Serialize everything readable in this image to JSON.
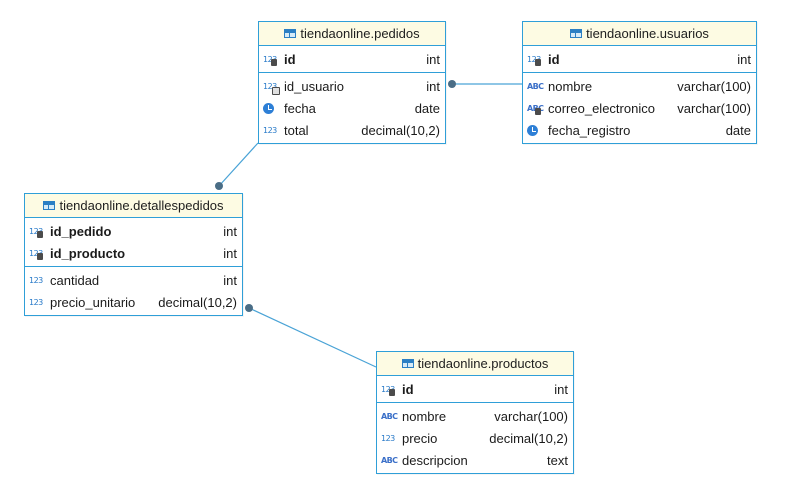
{
  "entities": {
    "pedidos": {
      "title": "tiendaonline.pedidos",
      "keys": [
        {
          "name": "id",
          "type": "int",
          "icon": "num-key-icon"
        }
      ],
      "fields": [
        {
          "name": "id_usuario",
          "type": "int",
          "icon": "num-fk-icon"
        },
        {
          "name": "fecha",
          "type": "date",
          "icon": "clock-icon"
        },
        {
          "name": "total",
          "type": "decimal(10,2)",
          "icon": "num-icon"
        }
      ]
    },
    "usuarios": {
      "title": "tiendaonline.usuarios",
      "keys": [
        {
          "name": "id",
          "type": "int",
          "icon": "num-key-icon"
        }
      ],
      "fields": [
        {
          "name": "nombre",
          "type": "varchar(100)",
          "icon": "abc-icon"
        },
        {
          "name": "correo_electronico",
          "type": "varchar(100)",
          "icon": "abc-key-icon"
        },
        {
          "name": "fecha_registro",
          "type": "date",
          "icon": "clock-icon"
        }
      ]
    },
    "detallespedidos": {
      "title": "tiendaonline.detallespedidos",
      "keys": [
        {
          "name": "id_pedido",
          "type": "int",
          "icon": "num-key-icon"
        },
        {
          "name": "id_producto",
          "type": "int",
          "icon": "num-key-icon"
        }
      ],
      "fields": [
        {
          "name": "cantidad",
          "type": "int",
          "icon": "num-icon"
        },
        {
          "name": "precio_unitario",
          "type": "decimal(10,2)",
          "icon": "num-icon"
        }
      ]
    },
    "productos": {
      "title": "tiendaonline.productos",
      "keys": [
        {
          "name": "id",
          "type": "int",
          "icon": "num-key-icon"
        }
      ],
      "fields": [
        {
          "name": "nombre",
          "type": "varchar(100)",
          "icon": "abc-icon"
        },
        {
          "name": "precio",
          "type": "decimal(10,2)",
          "icon": "num-icon"
        },
        {
          "name": "descripcion",
          "type": "text",
          "icon": "abc-icon"
        }
      ]
    }
  },
  "relationships": [
    {
      "from": "pedidos",
      "to": "usuarios"
    },
    {
      "from": "pedidos",
      "to": "detallespedidos"
    },
    {
      "from": "detallespedidos",
      "to": "productos"
    }
  ],
  "colors": {
    "border": "#2f9fd8",
    "header": "#fdfbe3",
    "link": "#4aa3d6",
    "dot": "#4a6d86"
  }
}
